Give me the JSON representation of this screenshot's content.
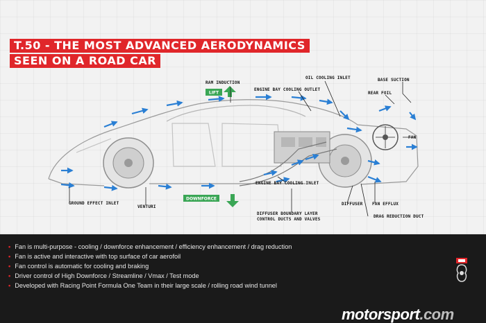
{
  "title": {
    "line1": "T.50 - THE MOST ADVANCED AERODYNAMICS",
    "line2": "SEEN ON A ROAD CAR"
  },
  "labels": {
    "ram_induction": "RAM INDUCTION",
    "lift": "LIFT",
    "engine_bay_cooling_outlet": "ENGINE BAY COOLING OUTLET",
    "oil_cooling_inlet": "OIL COOLING INLET",
    "base_suction": "BASE SUCTION",
    "rear_foil": "REAR FOIL",
    "fan": "FAN",
    "ground_effect_inlet": "GROUND EFFECT INLET",
    "venturi": "VENTURI",
    "downforce": "DOWNFORCE",
    "engine_bay_cooling_inlet": "ENGINE BAY COOLING INLET",
    "diffuser_boundary_layer_line1": "DIFFUSER BOUNDARY LAYER",
    "diffuser_boundary_layer_line2": "CONTROL DUCTS AND VALVES",
    "diffuser": "DIFFUSER",
    "fan_efflux": "FAN EFFLUX",
    "drag_reduction_duct": "DRAG REDUCTION DUCT"
  },
  "bullets": [
    "Fan is multi-purpose - cooling / downforce enhancement / efficiency enhancement / drag reduction",
    "Fan is active and interactive with top surface of car aerofoil",
    "Fan control is automatic for cooling and braking",
    "Driver control of High Downforce / Streamline / Vmax / Test mode",
    "Developed with Racing Point Formula One Team in their large scale / rolling road wind tunnel"
  ],
  "bullet_marker": "•",
  "brand": {
    "name": "motorsport",
    "domain": ".com"
  },
  "colors": {
    "title_bg": "#e0262a",
    "airflow_arrow": "#2a7fd4",
    "force_arrow": "#3aa655",
    "bottom_bg": "#1a1a1a"
  }
}
